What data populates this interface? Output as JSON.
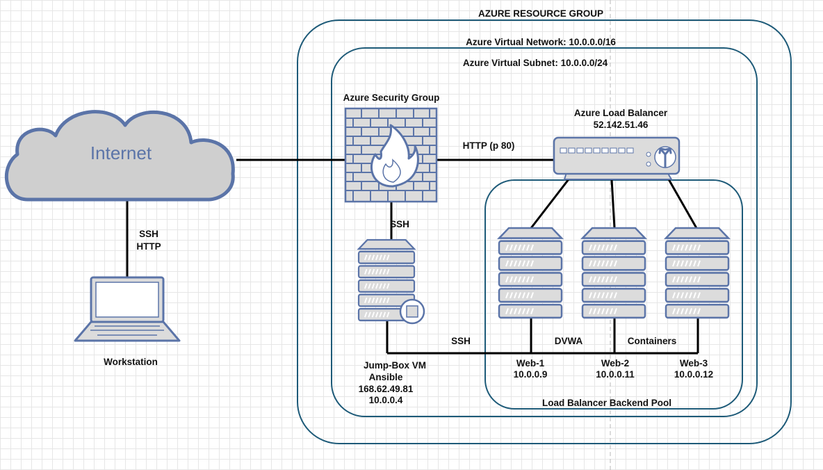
{
  "resource_group": {
    "label": "AZURE RESOURCE GROUP"
  },
  "vnet": {
    "label": "Azure Virtual Network: 10.0.0.0/16"
  },
  "subnet": {
    "label": "Azure Virtual Subnet: 10.0.0.0/24"
  },
  "backend_pool": {
    "label": "Load Balancer Backend Pool"
  },
  "internet": {
    "label": "Internet",
    "icon": "cloud-icon"
  },
  "workstation": {
    "label": "Workstation",
    "icon": "laptop-icon",
    "link_lines": [
      "SSH",
      "HTTP"
    ]
  },
  "security_group": {
    "label": "Azure Security Group",
    "icon": "firewall-icon"
  },
  "firewall_to_lb_link": {
    "label": "HTTP (p 80)"
  },
  "load_balancer": {
    "title": "Azure Load Balancer",
    "ip": "52.142.51.46",
    "icon": "load-balancer-icon"
  },
  "firewall_to_jumpbox_link": {
    "label": "SSH"
  },
  "jumpbox": {
    "icon": "server-icon",
    "lines": [
      "Jump-Box VM",
      "Ansible",
      "168.62.49.81",
      "10.0.0.4"
    ]
  },
  "internal_bus": {
    "labels": [
      "SSH",
      "DVWA",
      "Containers"
    ]
  },
  "web_servers": [
    {
      "name": "Web-1",
      "ip": "10.0.0.9"
    },
    {
      "name": "Web-2",
      "ip": "10.0.0.11"
    },
    {
      "name": "Web-3",
      "ip": "10.0.0.12"
    }
  ],
  "colors": {
    "boundary": "#1d5a78",
    "device_stroke": "#5b74a8",
    "device_fill": "#dcdcdc"
  }
}
